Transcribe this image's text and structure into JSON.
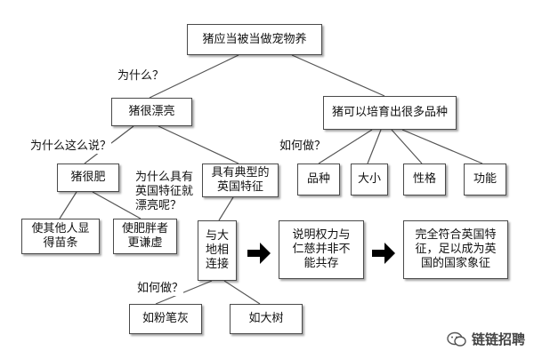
{
  "nodes": {
    "root": "猪应当被当做宠物养",
    "pretty": "猪很漂亮",
    "breeds": "猪可以培育出很多品种",
    "fat": "猪很肥",
    "british": "具有典型的\n英国特征",
    "breed_kind": "品种",
    "size": "大小",
    "temperament": "性格",
    "function": "功能",
    "others_slim": "使其他人显\n得苗条",
    "fat_humble": "使肥胖者\n更谦虚",
    "earth": "与大\n地相\n连接",
    "power": "说明权力与\n仁慈并非不\n能共存",
    "symbol": "完全符合英国特\n征，足以成为英\n国的国家象征",
    "chalk": "如粉笔灰",
    "tree": "如大树"
  },
  "questions": {
    "why": "为什么？",
    "why_say": "为什么这么说？",
    "how_breeds": "如何做？",
    "why_british": "为什么具有\n英国特征就\n漂亮呢？",
    "how_earth": "如何做？"
  },
  "watermark": "链链招聘",
  "colors": {
    "line": "#555555",
    "arrow": "#000000",
    "border": "#4a4a4a"
  }
}
